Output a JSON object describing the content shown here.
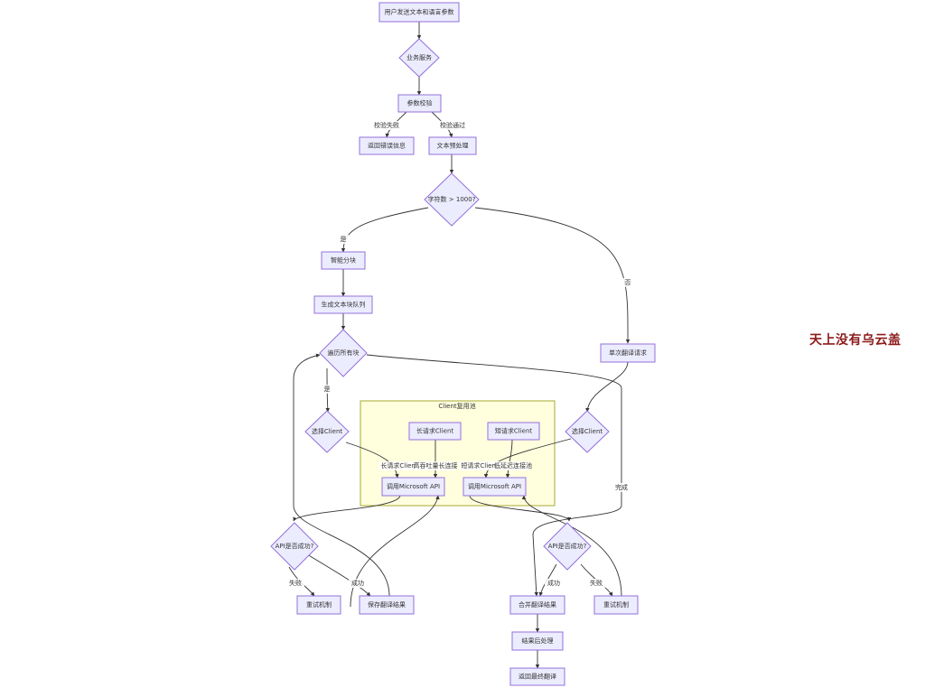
{
  "nodes": {
    "start": "用户发送文本和语言参数",
    "business": "业务服务",
    "validate": "参数校验",
    "return_error": "返回错误信息",
    "preprocess": "文本预处理",
    "char_check": "字符数 > 1000?",
    "smart_split": "智能分块",
    "gen_queue": "生成文本块队列",
    "iterate": "遍历所有块",
    "single_req": "单次翻译请求",
    "select_client_left": "选择Client",
    "select_client_right": "选择Client",
    "long_client": "长请求Client",
    "short_client": "短请求Client",
    "call_api_left": "调用Microsoft API",
    "call_api_right": "调用Microsoft API",
    "api_ok_left": "API是否成功?",
    "api_ok_right": "API是否成功?",
    "retry_left": "重试机制",
    "save_result": "保存翻译结果",
    "merge": "合并翻译结果",
    "retry_right": "重试机制",
    "postprocess": "结果后处理",
    "final": "返回最终翻译"
  },
  "cluster": {
    "title": "Client复用池"
  },
  "edge_labels": {
    "validate_fail": "校验失败",
    "validate_pass": "校验通过",
    "yes_split": "是",
    "no_single": "否",
    "iter_yes": "是",
    "iter_done": "完成",
    "long_req_client": "长请求Client",
    "high_throughput": "高吞吐量长连接",
    "short_req_client": "短请求Client",
    "low_latency": "低延迟连接池",
    "fail_left": "失败",
    "success_left": "成功",
    "success_right": "成功",
    "fail_right": "失败"
  },
  "watermark": "天上没有乌云盖",
  "colors": {
    "node_fill": "#ececff",
    "node_stroke": "#9370db",
    "cluster_fill": "#ffffde",
    "cluster_stroke": "#aaaa33",
    "edge": "#333333",
    "watermark": "#8b1a1a"
  }
}
